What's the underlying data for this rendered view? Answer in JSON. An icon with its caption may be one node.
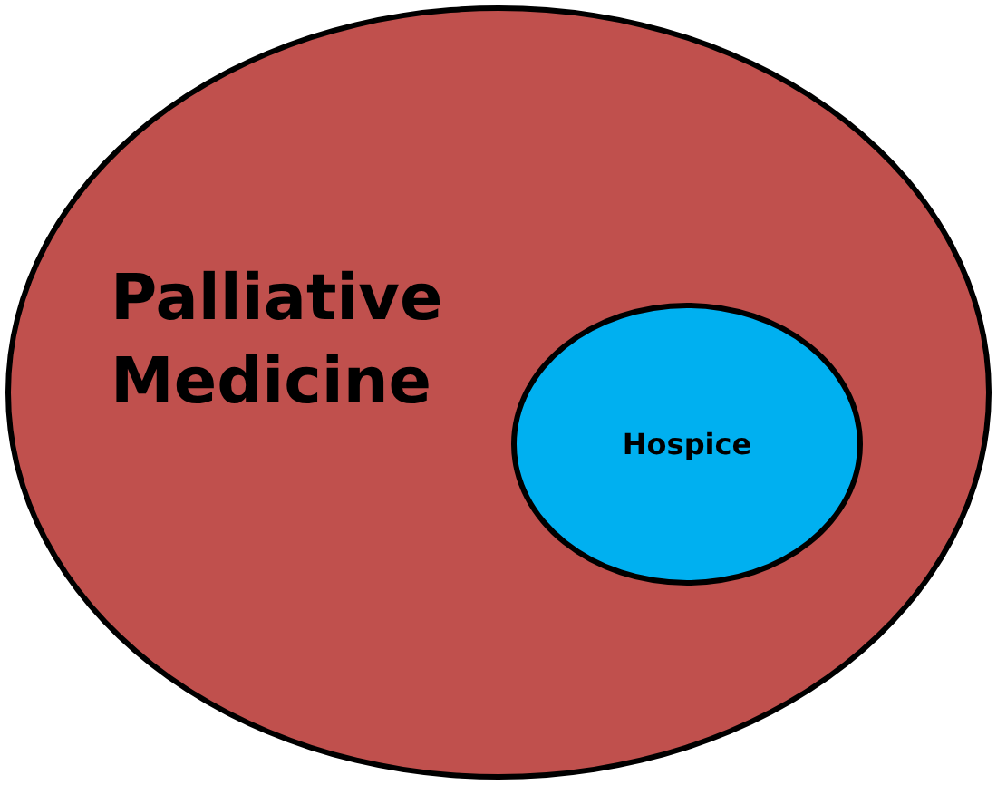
{
  "diagram": {
    "nodes": [
      {
        "text": [
          "Palliative Medicine"
        ]
      },
      {
        "text": [
          "Hospice"
        ],
        "in": 0
      }
    ]
  }
}
